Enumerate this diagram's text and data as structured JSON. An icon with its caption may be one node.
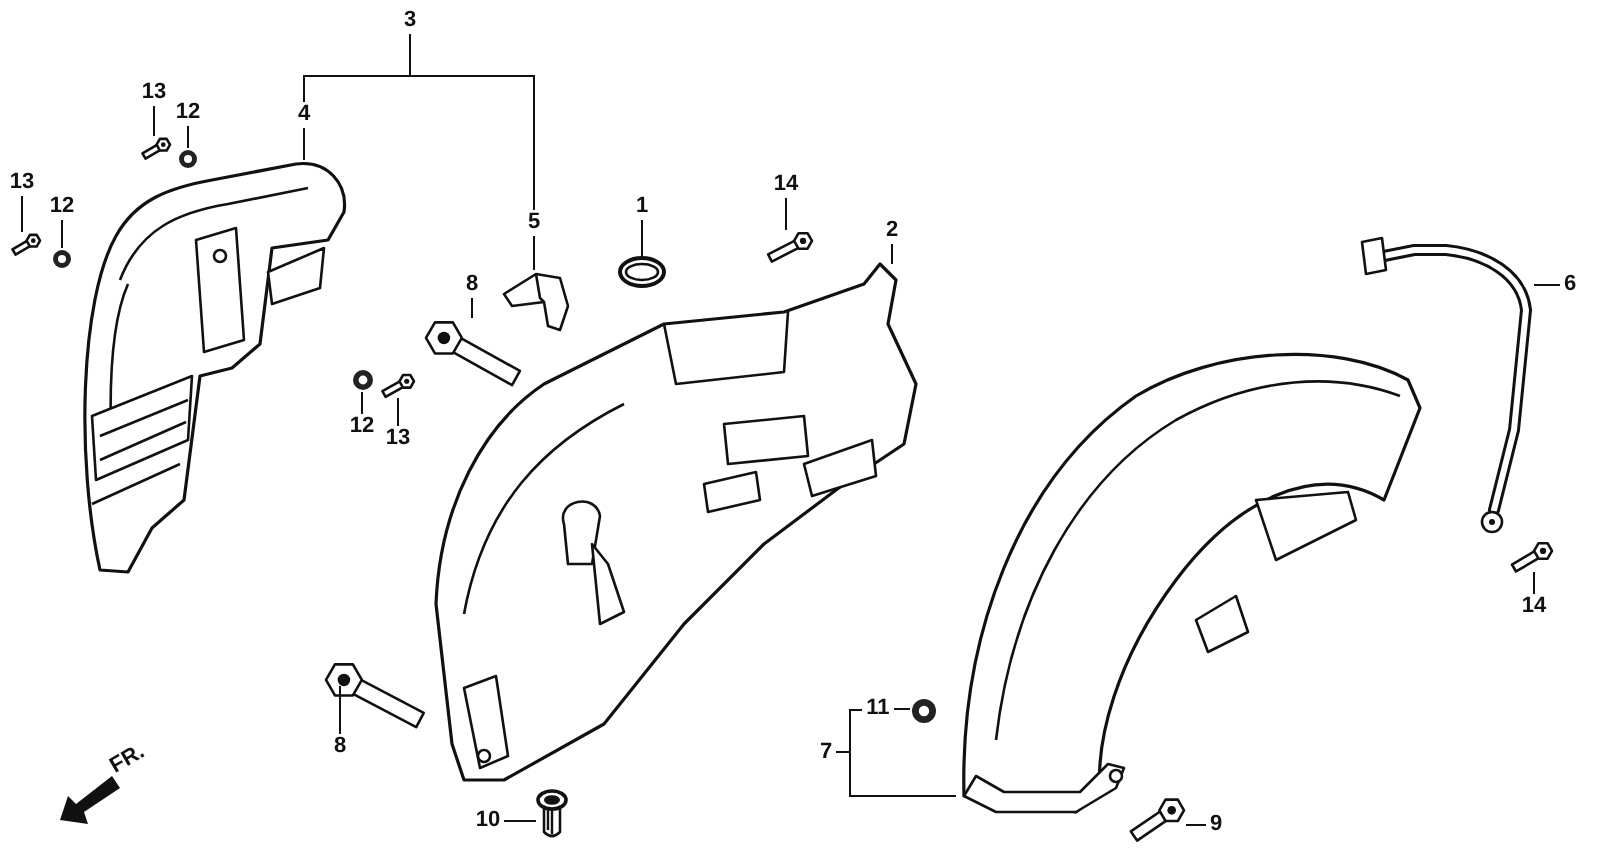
{
  "diagram": {
    "nodes": [
      {
        "text": [
          "3"
        ]
      },
      {
        "text": [
          "4"
        ]
      },
      {
        "text": [
          "5"
        ]
      },
      {
        "text": [
          "13"
        ]
      },
      {
        "text": [
          "12"
        ]
      },
      {
        "text": [
          "13"
        ]
      },
      {
        "text": [
          "12"
        ]
      },
      {
        "text": [
          "1"
        ]
      },
      {
        "text": [
          "14"
        ]
      },
      {
        "text": [
          "2"
        ]
      },
      {
        "text": [
          "8"
        ]
      },
      {
        "text": [
          "12"
        ]
      },
      {
        "text": [
          "13"
        ]
      },
      {
        "text": [
          "6"
        ]
      },
      {
        "text": [
          "14"
        ]
      },
      {
        "text": [
          "8"
        ]
      },
      {
        "text": [
          "10"
        ]
      },
      {
        "text": [
          "11"
        ]
      },
      {
        "text": [
          "7"
        ]
      },
      {
        "text": [
          "9"
        ]
      },
      {
        "text": [],
        "shape": "picture"
      },
      {
        "text": [],
        "shape": "picture"
      },
      {
        "text": [],
        "shape": "picture"
      },
      {
        "text": [],
        "shape": "picture"
      },
      {
        "text": [],
        "shape": "picture"
      },
      {
        "text": [],
        "shape": "picture"
      },
      {
        "text": [],
        "shape": "picture"
      },
      {
        "text": [],
        "shape": "picture"
      },
      {
        "text": [],
        "shape": "picture"
      },
      {
        "text": [],
        "shape": "picture"
      },
      {
        "text": [],
        "shape": "picture"
      },
      {
        "text": [],
        "shape": "picture"
      },
      {
        "text": [],
        "shape": "picture"
      },
      {
        "text": [],
        "shape": "picture"
      },
      {
        "text": [],
        "shape": "picture"
      },
      {
        "text": [],
        "shape": "picture"
      },
      {
        "text": [],
        "shape": "picture"
      },
      {
        "text": [],
        "shape": "picture"
      },
      {
        "text": [],
        "shape": "picture"
      }
    ],
    "edges": [
      {
        "from": 0,
        "to": 1,
        "arrow": "none"
      },
      {
        "from": 0,
        "to": 2,
        "arrow": "none"
      },
      {
        "from": 1,
        "to": 20,
        "arrow": "none"
      },
      {
        "from": 2,
        "to": 21,
        "arrow": "none"
      },
      {
        "from": 3,
        "to": 22,
        "arrow": "none"
      },
      {
        "from": 4,
        "to": 23,
        "arrow": "none"
      },
      {
        "from": 5,
        "to": 24,
        "arrow": "none"
      },
      {
        "from": 6,
        "to": 25,
        "arrow": "none"
      },
      {
        "from": 7,
        "to": 26,
        "arrow": "none"
      },
      {
        "from": 8,
        "to": 27,
        "arrow": "none"
      },
      {
        "from": 9,
        "to": 28,
        "arrow": "none"
      },
      {
        "from": 10,
        "to": 29,
        "arrow": "none"
      },
      {
        "from": 11,
        "to": 30,
        "arrow": "none"
      },
      {
        "from": 12,
        "to": 31,
        "arrow": "none"
      },
      {
        "from": 13,
        "to": 32,
        "arrow": "none"
      },
      {
        "from": 14,
        "to": 33,
        "arrow": "none"
      },
      {
        "from": 15,
        "to": 34,
        "arrow": "none"
      },
      {
        "from": 16,
        "to": 35,
        "arrow": "none"
      },
      {
        "from": 17,
        "to": 36,
        "arrow": "none"
      },
      {
        "from": 18,
        "to": 17,
        "arrow": "none"
      },
      {
        "from": 18,
        "to": 37,
        "arrow": "none"
      },
      {
        "from": 19,
        "to": 38,
        "arrow": "none"
      }
    ],
    "labels": [
      "FR."
    ]
  }
}
